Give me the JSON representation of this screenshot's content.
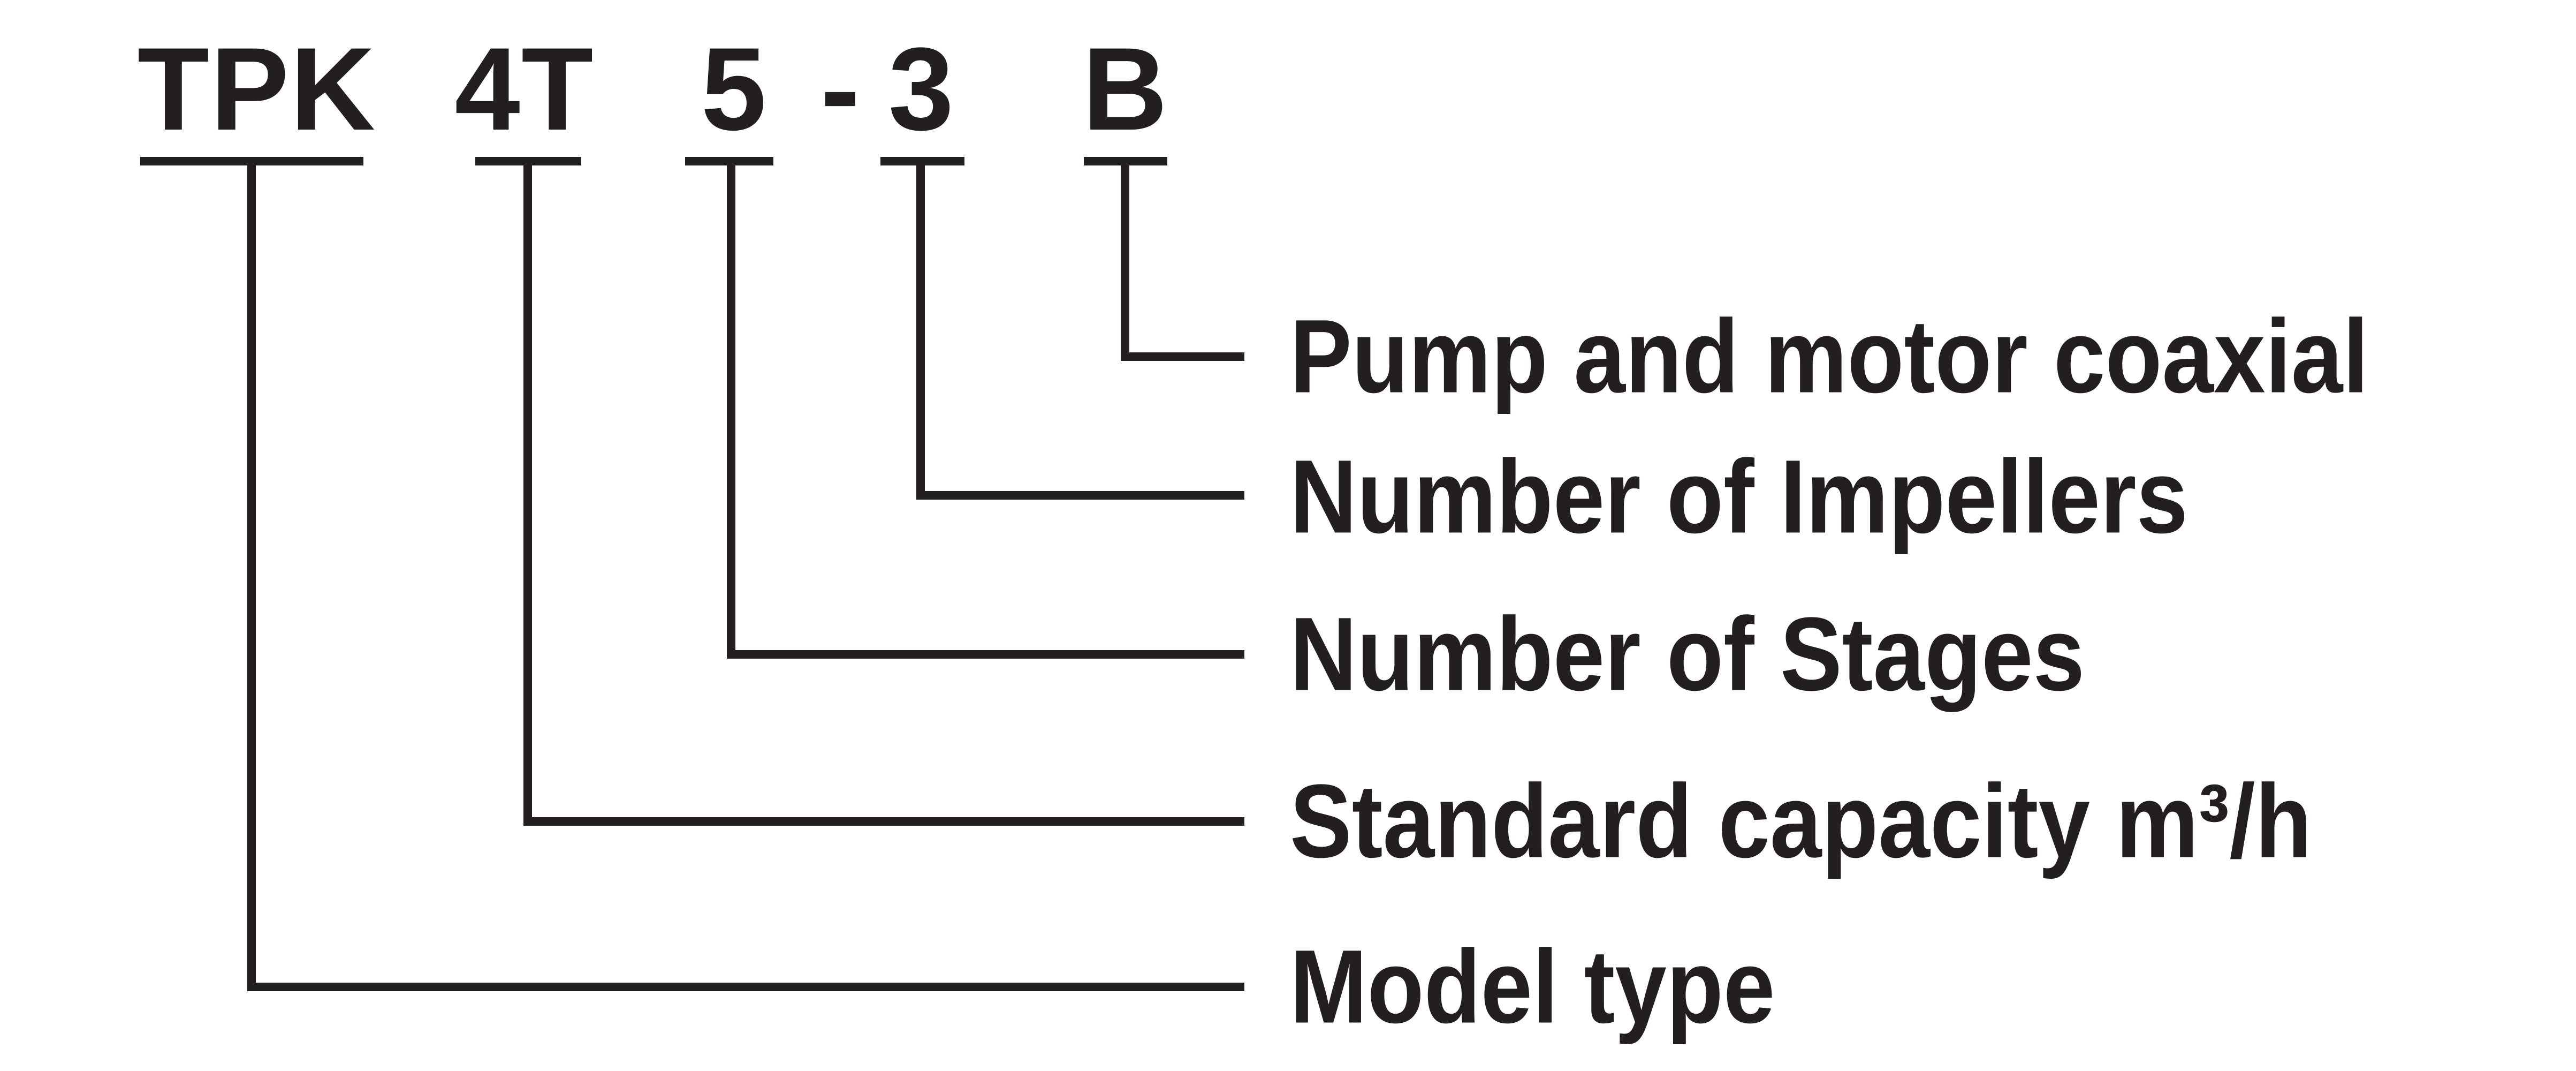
{
  "diagram": {
    "description": "Pump model nomenclature breakdown",
    "code": {
      "separator": "-",
      "parts": [
        {
          "text": "TPK",
          "label": "Model type"
        },
        {
          "text": "4T",
          "label": "Standard capacity m³/h"
        },
        {
          "text": "5",
          "label": "Number of Stages"
        },
        {
          "text": "3",
          "label": "Number of Impellers"
        },
        {
          "text": "B",
          "label": "Pump and motor coaxial"
        }
      ]
    },
    "colors": {
      "ink": "#231f20",
      "background": "#ffffff"
    }
  }
}
